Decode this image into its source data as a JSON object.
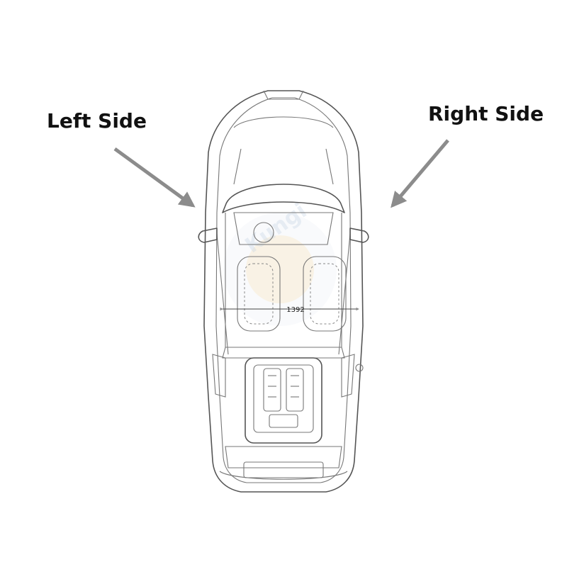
{
  "labels": {
    "left": "Left Side",
    "right": "Right Side"
  },
  "dimension": {
    "value": "1392"
  },
  "watermark": {
    "text": "Kungi"
  },
  "colors": {
    "arrow": "#8c8c8c",
    "outline": "#555555",
    "text": "#111111"
  }
}
